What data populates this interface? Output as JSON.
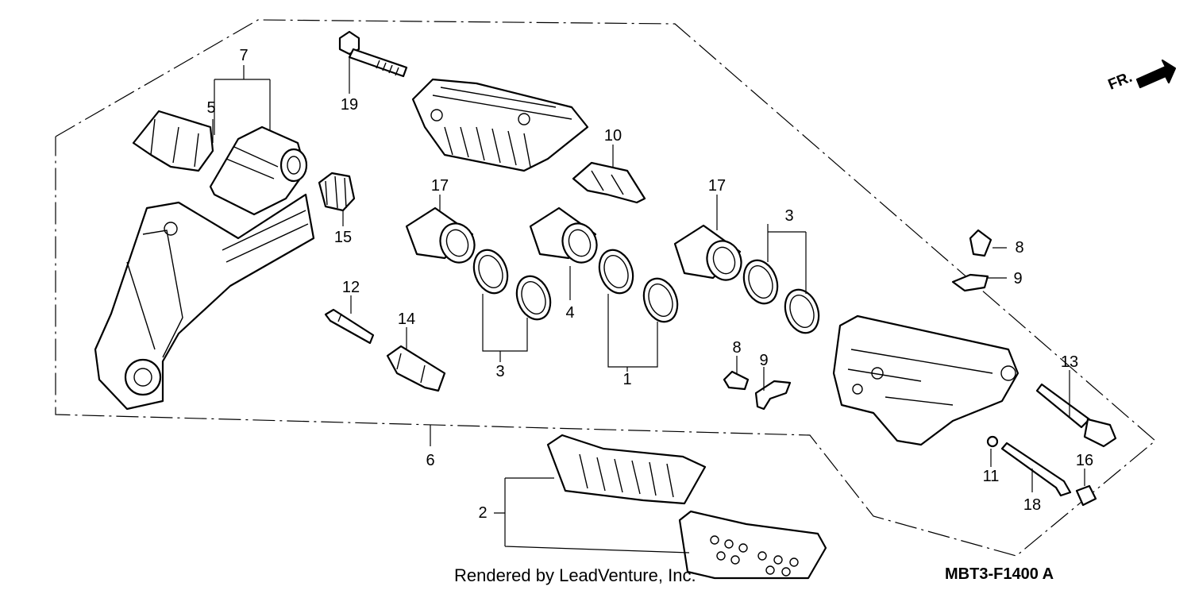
{
  "diagram": {
    "front_marker": "FR.",
    "callouts": {
      "c1": "1",
      "c2": "2",
      "c3a": "3",
      "c3b": "3",
      "c4": "4",
      "c5": "5",
      "c6": "6",
      "c7": "7",
      "c8a": "8",
      "c8b": "8",
      "c9a": "9",
      "c9b": "9",
      "c10": "10",
      "c11": "11",
      "c12": "12",
      "c13": "13",
      "c14": "14",
      "c15": "15",
      "c16": "16",
      "c17a": "17",
      "c17b": "17",
      "c18": "18",
      "c19": "19"
    }
  },
  "footer": {
    "credit": "Rendered by LeadVenture, Inc.",
    "diagram_code": "MBT3-F1400 A"
  }
}
